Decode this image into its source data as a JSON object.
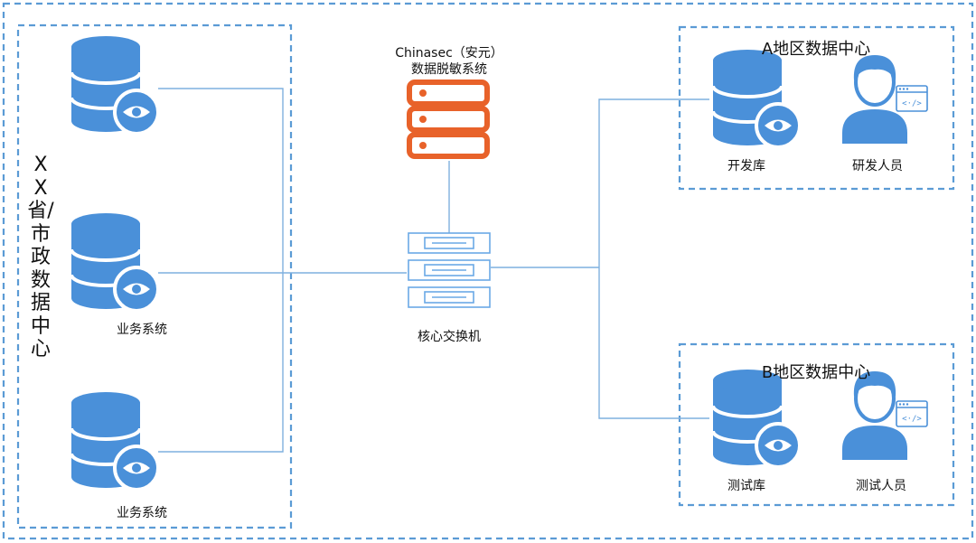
{
  "left_center": {
    "title": "XX省/市政数据中心"
  },
  "business_systems": [
    {
      "label": ""
    },
    {
      "label": "业务系统"
    },
    {
      "label": "业务系统"
    }
  ],
  "masking_system": {
    "line1": "Chinasec（安元）",
    "line2": "数据脱敏系统"
  },
  "core_switch": {
    "label": "核心交换机"
  },
  "region_a": {
    "title": "A地区数据中心",
    "db_label": "开发库",
    "person_label": "研发人员"
  },
  "region_b": {
    "title": "B地区数据中心",
    "db_label": "测试库",
    "person_label": "测试人员"
  },
  "colors": {
    "database_blue": "#4a90d9",
    "server_orange": "#e8622a",
    "switch_blue": "#6aa9e6",
    "dashed_border": "#5b9bd5",
    "line": "#7fb0df"
  }
}
